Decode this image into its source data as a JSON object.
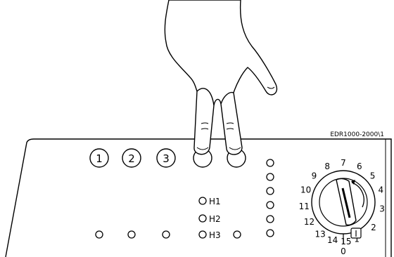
{
  "diagram": {
    "ref_code": "EDR1000-2000\\1",
    "program_buttons": [
      "1",
      "2",
      "3"
    ],
    "heat_levels": [
      "H1",
      "H2",
      "H3"
    ],
    "dial_numbers": [
      "1",
      "2",
      "3",
      "4",
      "5",
      "6",
      "7",
      "8",
      "9",
      "10",
      "11",
      "12",
      "13",
      "14",
      "15"
    ],
    "dial_zero": "0",
    "start_symbol": "I",
    "colors": {
      "line": "#000000",
      "background": "#ffffff"
    },
    "icons": [
      "hand-pressing-icon",
      "rotary-dial-icon"
    ]
  }
}
